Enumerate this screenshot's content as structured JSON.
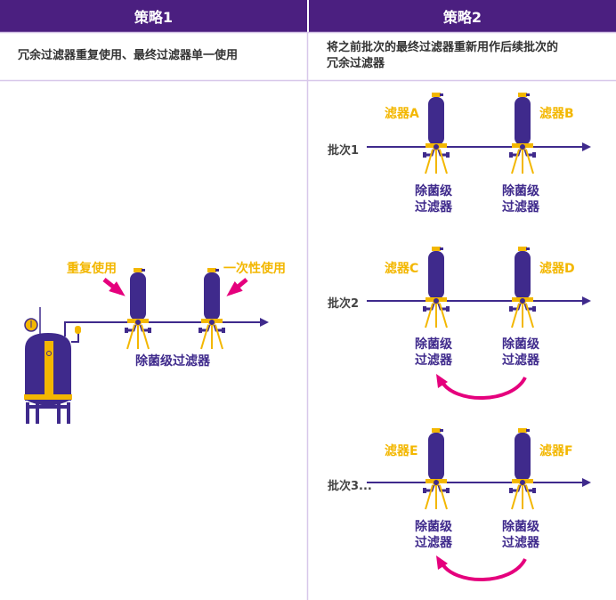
{
  "headers": {
    "strategy1": "策略1",
    "strategy2": "策略2"
  },
  "subtitles": {
    "strategy1": "冗余过滤器重复使用、最终过滤器单一使用",
    "strategy2_line1": "将之前批次的最终过滤器重新用作后续批次的",
    "strategy2_line2": "冗余过滤器"
  },
  "left": {
    "reuse_label": "重复使用",
    "single_use_label": "一次性使用",
    "filter_label": "除菌级过滤器"
  },
  "right": {
    "batches": [
      {
        "label": "批次1",
        "filter_left": "滤器A",
        "filter_right": "滤器B"
      },
      {
        "label": "批次2",
        "filter_left": "滤器C",
        "filter_right": "滤器D"
      },
      {
        "label": "批次3...",
        "filter_left": "滤器E",
        "filter_right": "滤器F"
      }
    ],
    "filter_label_line1": "除菌级",
    "filter_label_line2": "过滤器"
  },
  "colors": {
    "purple": "#3f2a8c",
    "header": "#4b1f80",
    "yellow": "#f3b700",
    "pink": "#e5007d",
    "divider": "#d8c8ea"
  }
}
